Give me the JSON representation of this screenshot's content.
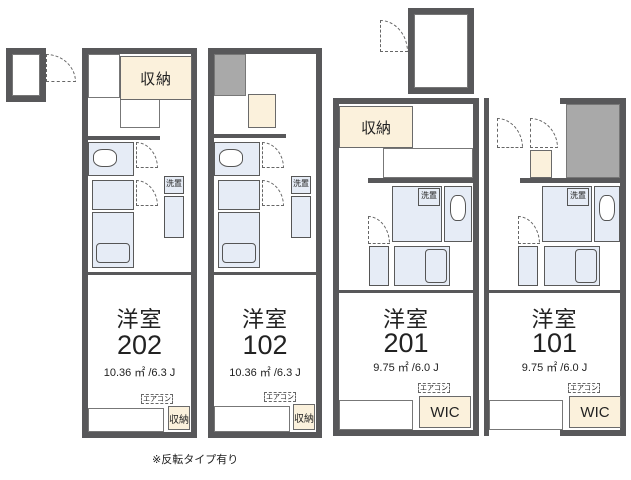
{
  "plan": {
    "units": [
      {
        "id": "unit-202",
        "room_type": "洋室",
        "number": "202",
        "area": "10.36 ㎡ /6.3 J",
        "storage": "収納",
        "storage_bottom": "収納",
        "washer": "洗置",
        "aircon": "エアコン"
      },
      {
        "id": "unit-102",
        "room_type": "洋室",
        "number": "102",
        "area": "10.36 ㎡ /6.3 J",
        "storage_bottom": "収納",
        "washer": "洗置",
        "aircon": "エアコン"
      },
      {
        "id": "unit-201",
        "room_type": "洋室",
        "number": "201",
        "area": "9.75 ㎡ /6.0 J",
        "storage": "収納",
        "wic": "WIC",
        "washer": "洗置",
        "aircon": "エアコン"
      },
      {
        "id": "unit-101",
        "room_type": "洋室",
        "number": "101",
        "area": "9.75 ㎡ /6.0 J",
        "wic": "WIC",
        "washer": "洗置",
        "aircon": "エアコン"
      }
    ],
    "note": "※反転タイプ有り",
    "colors": {
      "wall": "#58585a",
      "storage": "#fbf1dc",
      "wet_area": "#e6ecf6",
      "stair_gray": "#a9a9a9"
    }
  }
}
